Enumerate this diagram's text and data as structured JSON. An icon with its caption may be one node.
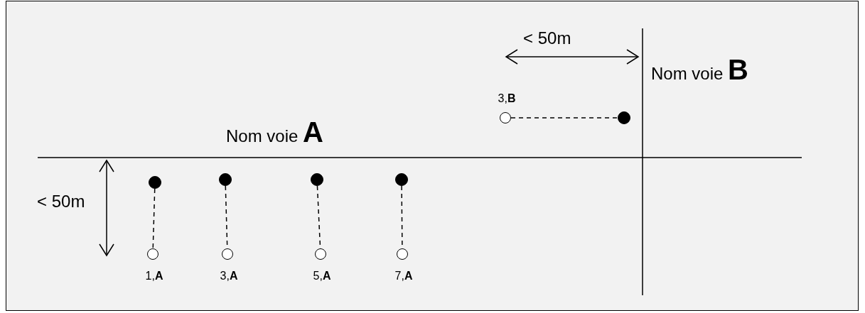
{
  "diagram": {
    "nodes": [
      {
        "text": [],
        "shape": "circle",
        "beside": [
          "3,**B**"
        ]
      },
      {
        "text": [],
        "shape": "dot"
      },
      {
        "text": [],
        "shape": "dot"
      },
      {
        "text": [],
        "shape": "dot"
      },
      {
        "text": [],
        "shape": "dot"
      },
      {
        "text": [],
        "shape": "dot"
      },
      {
        "text": [],
        "shape": "circle",
        "beside": [
          "1,**A**"
        ]
      },
      {
        "text": [],
        "shape": "circle",
        "beside": [
          "3,**A**"
        ]
      },
      {
        "text": [],
        "shape": "circle",
        "beside": [
          "5,**A**"
        ]
      },
      {
        "text": [],
        "shape": "circle",
        "beside": [
          "7,**A**"
        ]
      }
    ],
    "edges": [
      {
        "from": 0,
        "to": 1,
        "arrow": "none",
        "style": "dashed"
      },
      {
        "from": 2,
        "to": 6,
        "arrow": "none",
        "style": "dashed"
      },
      {
        "from": 3,
        "to": 7,
        "arrow": "none",
        "style": "dashed"
      },
      {
        "from": 4,
        "to": 8,
        "arrow": "none",
        "style": "dashed"
      },
      {
        "from": 5,
        "to": 9,
        "arrow": "none",
        "style": "dashed"
      }
    ],
    "labels": [
      "< 50m",
      "Nom voie **B**",
      "Nom voie **A**",
      "< 50m"
    ]
  }
}
